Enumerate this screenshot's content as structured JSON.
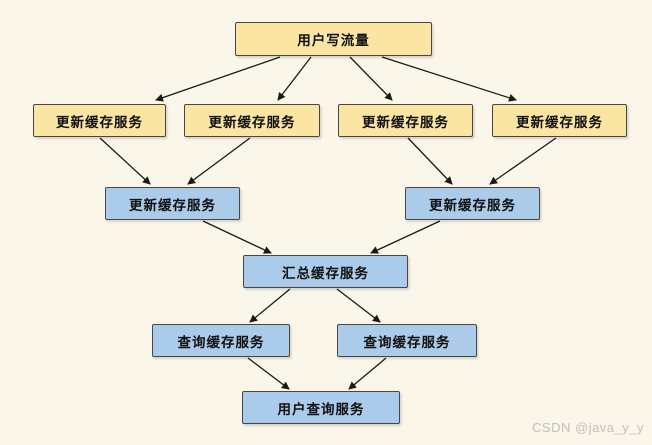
{
  "diagram": {
    "nodes": [
      {
        "id": "user-write-traffic",
        "label": "用户写流量",
        "row": 1,
        "style": "yellow"
      },
      {
        "id": "update-cache-1",
        "label": "更新缓存服务",
        "row": 2,
        "style": "yellow"
      },
      {
        "id": "update-cache-2",
        "label": "更新缓存服务",
        "row": 2,
        "style": "yellow"
      },
      {
        "id": "update-cache-3",
        "label": "更新缓存服务",
        "row": 2,
        "style": "yellow"
      },
      {
        "id": "update-cache-4",
        "label": "更新缓存服务",
        "row": 2,
        "style": "yellow"
      },
      {
        "id": "update-cache-merge-left",
        "label": "更新缓存服务",
        "row": 3,
        "style": "blue"
      },
      {
        "id": "update-cache-merge-right",
        "label": "更新缓存服务",
        "row": 3,
        "style": "blue"
      },
      {
        "id": "aggregate-cache",
        "label": "汇总缓存服务",
        "row": 4,
        "style": "blue"
      },
      {
        "id": "query-cache-left",
        "label": "查询缓存服务",
        "row": 5,
        "style": "blue"
      },
      {
        "id": "query-cache-right",
        "label": "查询缓存服务",
        "row": 5,
        "style": "blue"
      },
      {
        "id": "user-query-service",
        "label": "用户查询服务",
        "row": 6,
        "style": "blue"
      }
    ],
    "edges": [
      {
        "from": "user-write-traffic",
        "to": "update-cache-1"
      },
      {
        "from": "user-write-traffic",
        "to": "update-cache-2"
      },
      {
        "from": "user-write-traffic",
        "to": "update-cache-3"
      },
      {
        "from": "user-write-traffic",
        "to": "update-cache-4"
      },
      {
        "from": "update-cache-1",
        "to": "update-cache-merge-left"
      },
      {
        "from": "update-cache-2",
        "to": "update-cache-merge-left"
      },
      {
        "from": "update-cache-3",
        "to": "update-cache-merge-right"
      },
      {
        "from": "update-cache-4",
        "to": "update-cache-merge-right"
      },
      {
        "from": "update-cache-merge-left",
        "to": "aggregate-cache"
      },
      {
        "from": "update-cache-merge-right",
        "to": "aggregate-cache"
      },
      {
        "from": "aggregate-cache",
        "to": "query-cache-left"
      },
      {
        "from": "aggregate-cache",
        "to": "query-cache-right"
      },
      {
        "from": "query-cache-left",
        "to": "user-query-service"
      },
      {
        "from": "query-cache-right",
        "to": "user-query-service"
      }
    ]
  },
  "watermark": {
    "text": "CSDN @java_y_y"
  },
  "colors": {
    "bg": "#faf6e9",
    "yellow_fill": "#fbe5a3",
    "blue_fill": "#aacbe9",
    "node_border": "#474747",
    "node_text": "#111111",
    "arrow": "#1a1a1a",
    "watermark_text": "#c4c0b6"
  }
}
